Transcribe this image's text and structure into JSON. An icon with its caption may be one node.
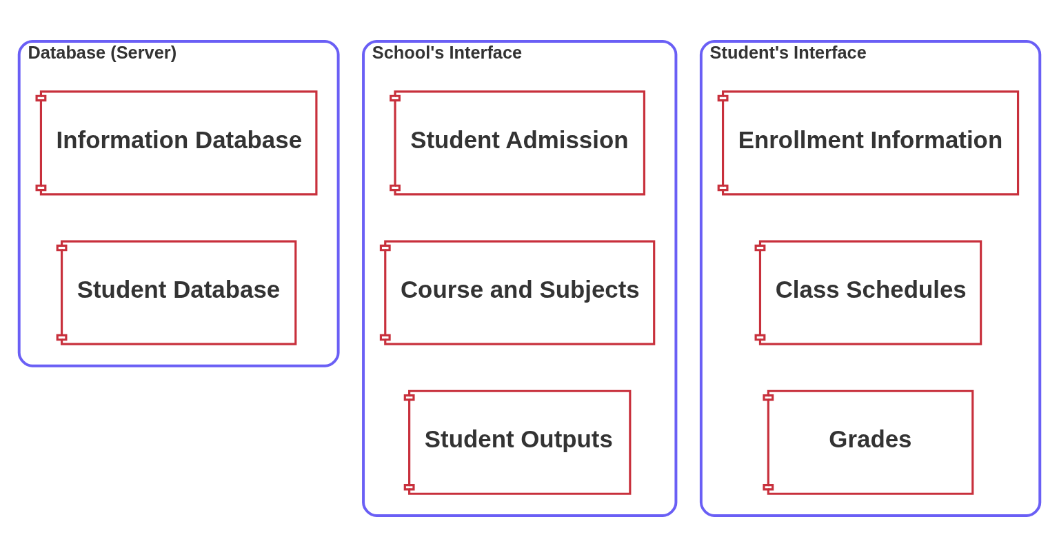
{
  "diagram": {
    "nodes": [
      {
        "text": [
          "Database (Server)"
        ]
      },
      {
        "text": [
          "Information Database"
        ],
        "in": 0
      },
      {
        "text": [
          "Student Database"
        ],
        "in": 0
      },
      {
        "text": [
          "School's Interface"
        ]
      },
      {
        "text": [
          "Student Admission"
        ],
        "in": 3
      },
      {
        "text": [
          "Course and Subjects"
        ],
        "in": 3
      },
      {
        "text": [
          "Student Outputs"
        ],
        "in": 3
      },
      {
        "text": [
          "Student's Interface"
        ]
      },
      {
        "text": [
          "Enrollment Information"
        ],
        "in": 7
      },
      {
        "text": [
          "Class Schedules"
        ],
        "in": 7
      },
      {
        "text": [
          "Grades"
        ],
        "in": 7
      }
    ],
    "edges": []
  }
}
